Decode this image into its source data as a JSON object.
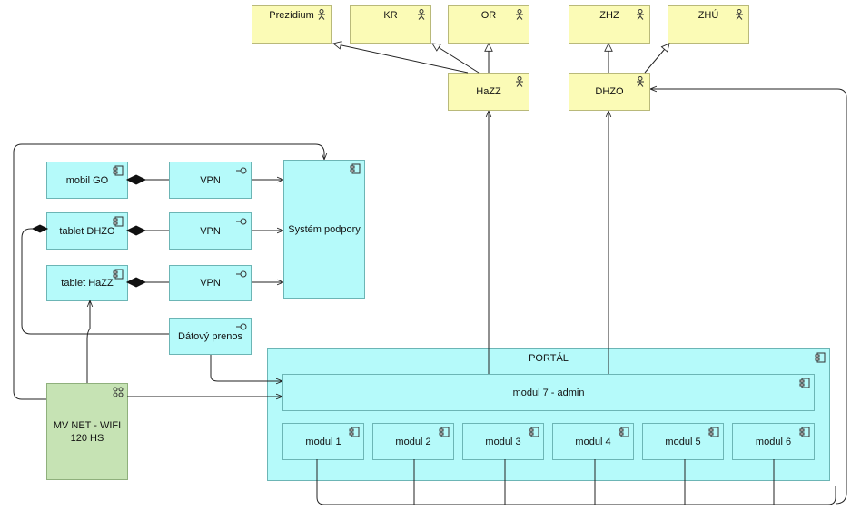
{
  "actors": {
    "prezidium": "Prezídium",
    "kr": "KR",
    "or": "OR",
    "zhz": "ZHZ",
    "zhu": "ZHÚ",
    "hazz": "HaZZ",
    "dhzo": "DHZO"
  },
  "devices": {
    "mobil_go": "mobil GO",
    "tablet_dhzo": "tablet DHZO",
    "tablet_hazz": "tablet HaZZ"
  },
  "interfaces": {
    "vpn_1": "VPN",
    "vpn_2": "VPN",
    "vpn_3": "VPN",
    "datovy_prenos": "Dátový prenos"
  },
  "system_podpory": "Systém podpory",
  "mv_net": "MV NET - WIFI 120 HS",
  "portal": {
    "title": "PORTÁL",
    "admin": "modul 7 - admin",
    "modules": [
      "modul 1",
      "modul 2",
      "modul 3",
      "modul 4",
      "modul 5",
      "modul 6"
    ]
  },
  "colors": {
    "actor_fill": "#fbfbb6",
    "app_fill": "#b5fafa",
    "node_fill": "#c6e3b4"
  }
}
